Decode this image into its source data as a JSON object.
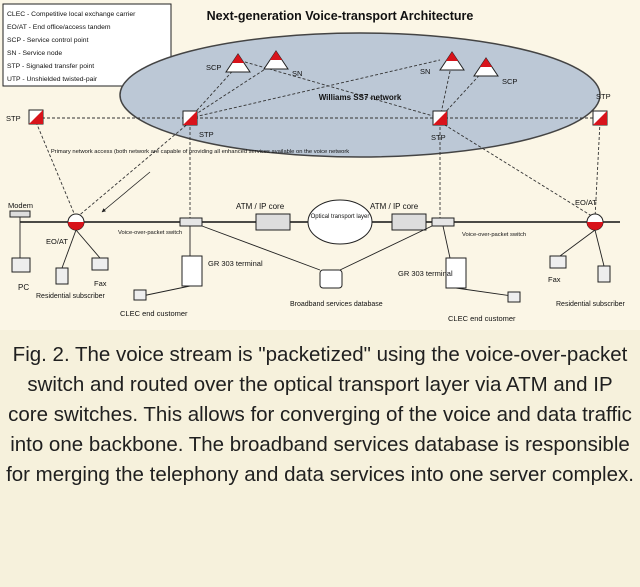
{
  "diagram": {
    "title": "Next-generation Voice-transport Architecture",
    "legend": [
      "CLEC - Competitive local exchange carrier",
      "EO/AT - End office/access tandem",
      "SCP - Service control point",
      "SN - Service node",
      "STP - Signaled transfer point",
      "UTP - Unshielded twisted-pair"
    ],
    "cloud_label": "Williams SS7 network",
    "labels": {
      "scp_left": "SCP",
      "sn_left": "SN",
      "sn_right": "SN",
      "scp_right": "SCP",
      "stp_left_outer": "STP",
      "stp_left_inner": "STP",
      "stp_right_inner": "STP",
      "stp_right_outer": "STP",
      "atm_left": "ATM / IP core",
      "atm_right": "ATM / IP core",
      "optical": "Optical transport layer",
      "vop_left": "Voice-over-packet switch",
      "vop_right": "Voice-over-packet switch",
      "eoat_left": "EO/AT",
      "eoat_right": "EO/AT",
      "modem": "Modem",
      "pc": "PC",
      "fax_left": "Fax",
      "fax_right": "Fax",
      "gr_left": "GR 303 terminal",
      "gr_right": "GR 303 terminal",
      "res_left": "Residential subscriber",
      "res_right": "Residential subscriber",
      "clec_left": "CLEC end customer",
      "clec_right": "CLEC end customer",
      "bsd": "Broadband services database",
      "note": "Primary network access (both network are capable of providing all enhanced services available on the voice network"
    }
  },
  "caption": "Fig. 2.  The voice stream is \"packetized\" using the voice-over-packet switch and routed over the optical transport layer via ATM and IP core switches. This allows for converging of the voice and data traffic into one backbone. The broadband services database is responsible for merging the telephony and data services into one server complex.",
  "colors": {
    "node_red": "#d8131b",
    "cloud": "#bcc8d6",
    "figure_bg": "#fbf6e6",
    "caption_bg": "#f6f1dc"
  }
}
